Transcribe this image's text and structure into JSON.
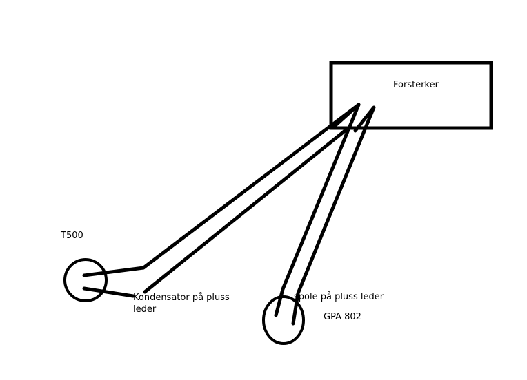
{
  "diagram": {
    "amplifier_label": "Forsterker",
    "pickup_left_label": "T500",
    "pickup_left_note_line1": "Kondensator på pluss",
    "pickup_left_note_line2": "leder",
    "pickup_right_note": "spole på pluss leder",
    "pickup_right_label": "GPA 802",
    "stroke_color": "#000000",
    "background_color": "#ffffff"
  }
}
